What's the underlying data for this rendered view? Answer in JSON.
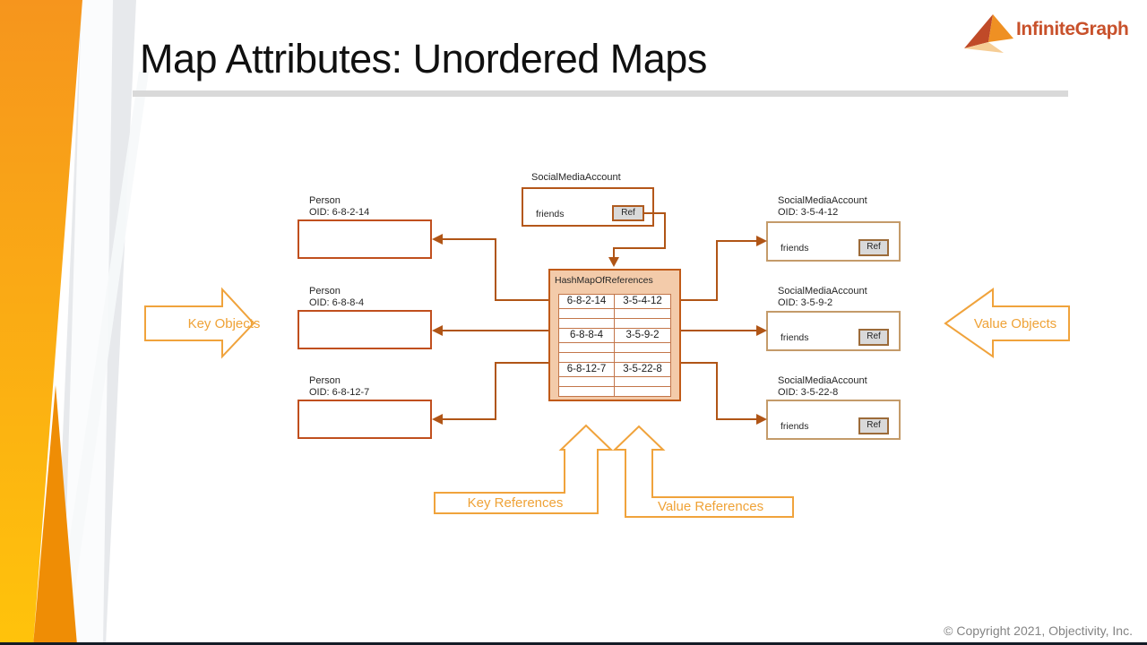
{
  "slide": {
    "title": "Map Attributes: Unordered Maps",
    "logo_text": "InfiniteGraph",
    "footer": "© Copyright 2021, Objectivity, Inc."
  },
  "diagram": {
    "source_object": {
      "class_name": "SocialMediaAccount",
      "attribute": "friends",
      "ref_label": "Ref"
    },
    "hashmap": {
      "title": "HashMapOfReferences",
      "rows": [
        {
          "key": "6-8-2-14",
          "value": "3-5-4-12"
        },
        {
          "key": "6-8-8-4",
          "value": "3-5-9-2"
        },
        {
          "key": "6-8-12-7",
          "value": "3-5-22-8"
        }
      ]
    },
    "key_objects": [
      {
        "class_name": "Person",
        "oid": "OID: 6-8-2-14"
      },
      {
        "class_name": "Person",
        "oid": "OID: 6-8-8-4"
      },
      {
        "class_name": "Person",
        "oid": "OID: 6-8-12-7"
      }
    ],
    "value_objects": [
      {
        "class_name": "SocialMediaAccount",
        "oid": "OID: 3-5-4-12",
        "attribute": "friends",
        "ref_label": "Ref"
      },
      {
        "class_name": "SocialMediaAccount",
        "oid": "OID: 3-5-9-2",
        "attribute": "friends",
        "ref_label": "Ref"
      },
      {
        "class_name": "SocialMediaAccount",
        "oid": "OID: 3-5-22-8",
        "attribute": "friends",
        "ref_label": "Ref"
      }
    ],
    "annotations": {
      "key_objects": "Key Objects",
      "value_objects": "Value Objects",
      "key_references": "Key References",
      "value_references": "Value References"
    },
    "colors": {
      "annotation_arrow": "#f0a33c",
      "connector": "#b05516",
      "person_border": "#c04f1e",
      "account_border": "#c49b6a",
      "hashmap_fill": "#f3cbaa",
      "hashmap_border": "#c05a18",
      "ref_fill": "#d9d9d9",
      "logo_color": "#c8512b",
      "sidebar_orange_top": "#f6951d",
      "sidebar_orange_bottom": "#ffc30b"
    }
  }
}
